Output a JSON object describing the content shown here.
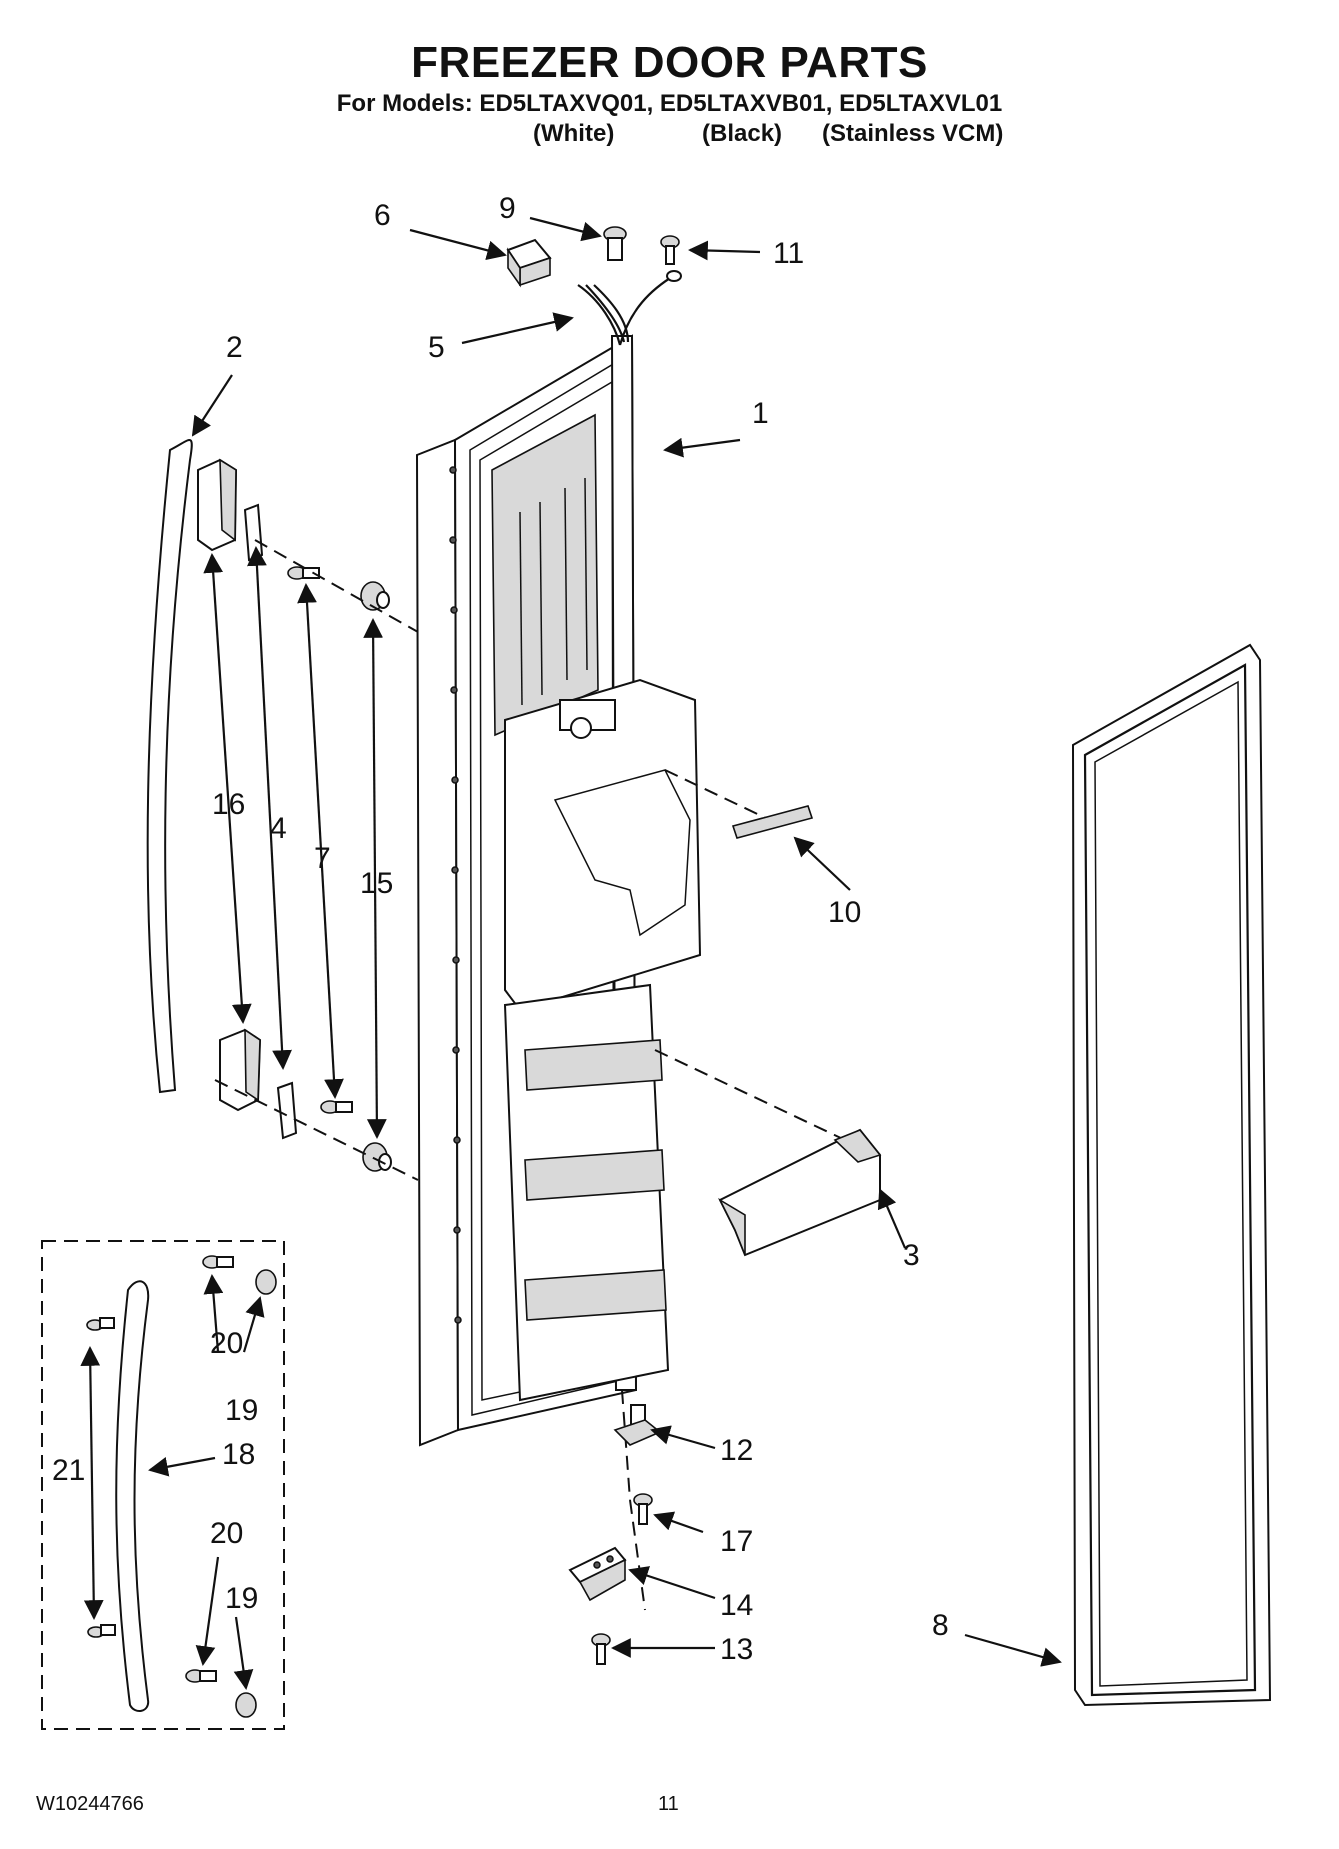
{
  "header": {
    "title": "FREEZER DOOR PARTS",
    "models_line": "For Models: ED5LTAXVQ01, ED5LTAXVB01, ED5LTAXVL01",
    "finishes": [
      "(White)",
      "(Black)",
      "(Stainless VCM)"
    ]
  },
  "callouts": {
    "c1": "1",
    "c2": "2",
    "c3": "3",
    "c4": "4",
    "c5": "5",
    "c6": "6",
    "c7": "7",
    "c8": "8",
    "c9": "9",
    "c10": "10",
    "c11": "11",
    "c12": "12",
    "c13": "13",
    "c14": "14",
    "c15": "15",
    "c16": "16",
    "c17": "17",
    "c18": "18",
    "c19a": "19",
    "c19b": "19",
    "c20a": "20",
    "c20b": "20",
    "c21": "21"
  },
  "footer": {
    "doc_number": "W10244766",
    "page_number": "11"
  }
}
